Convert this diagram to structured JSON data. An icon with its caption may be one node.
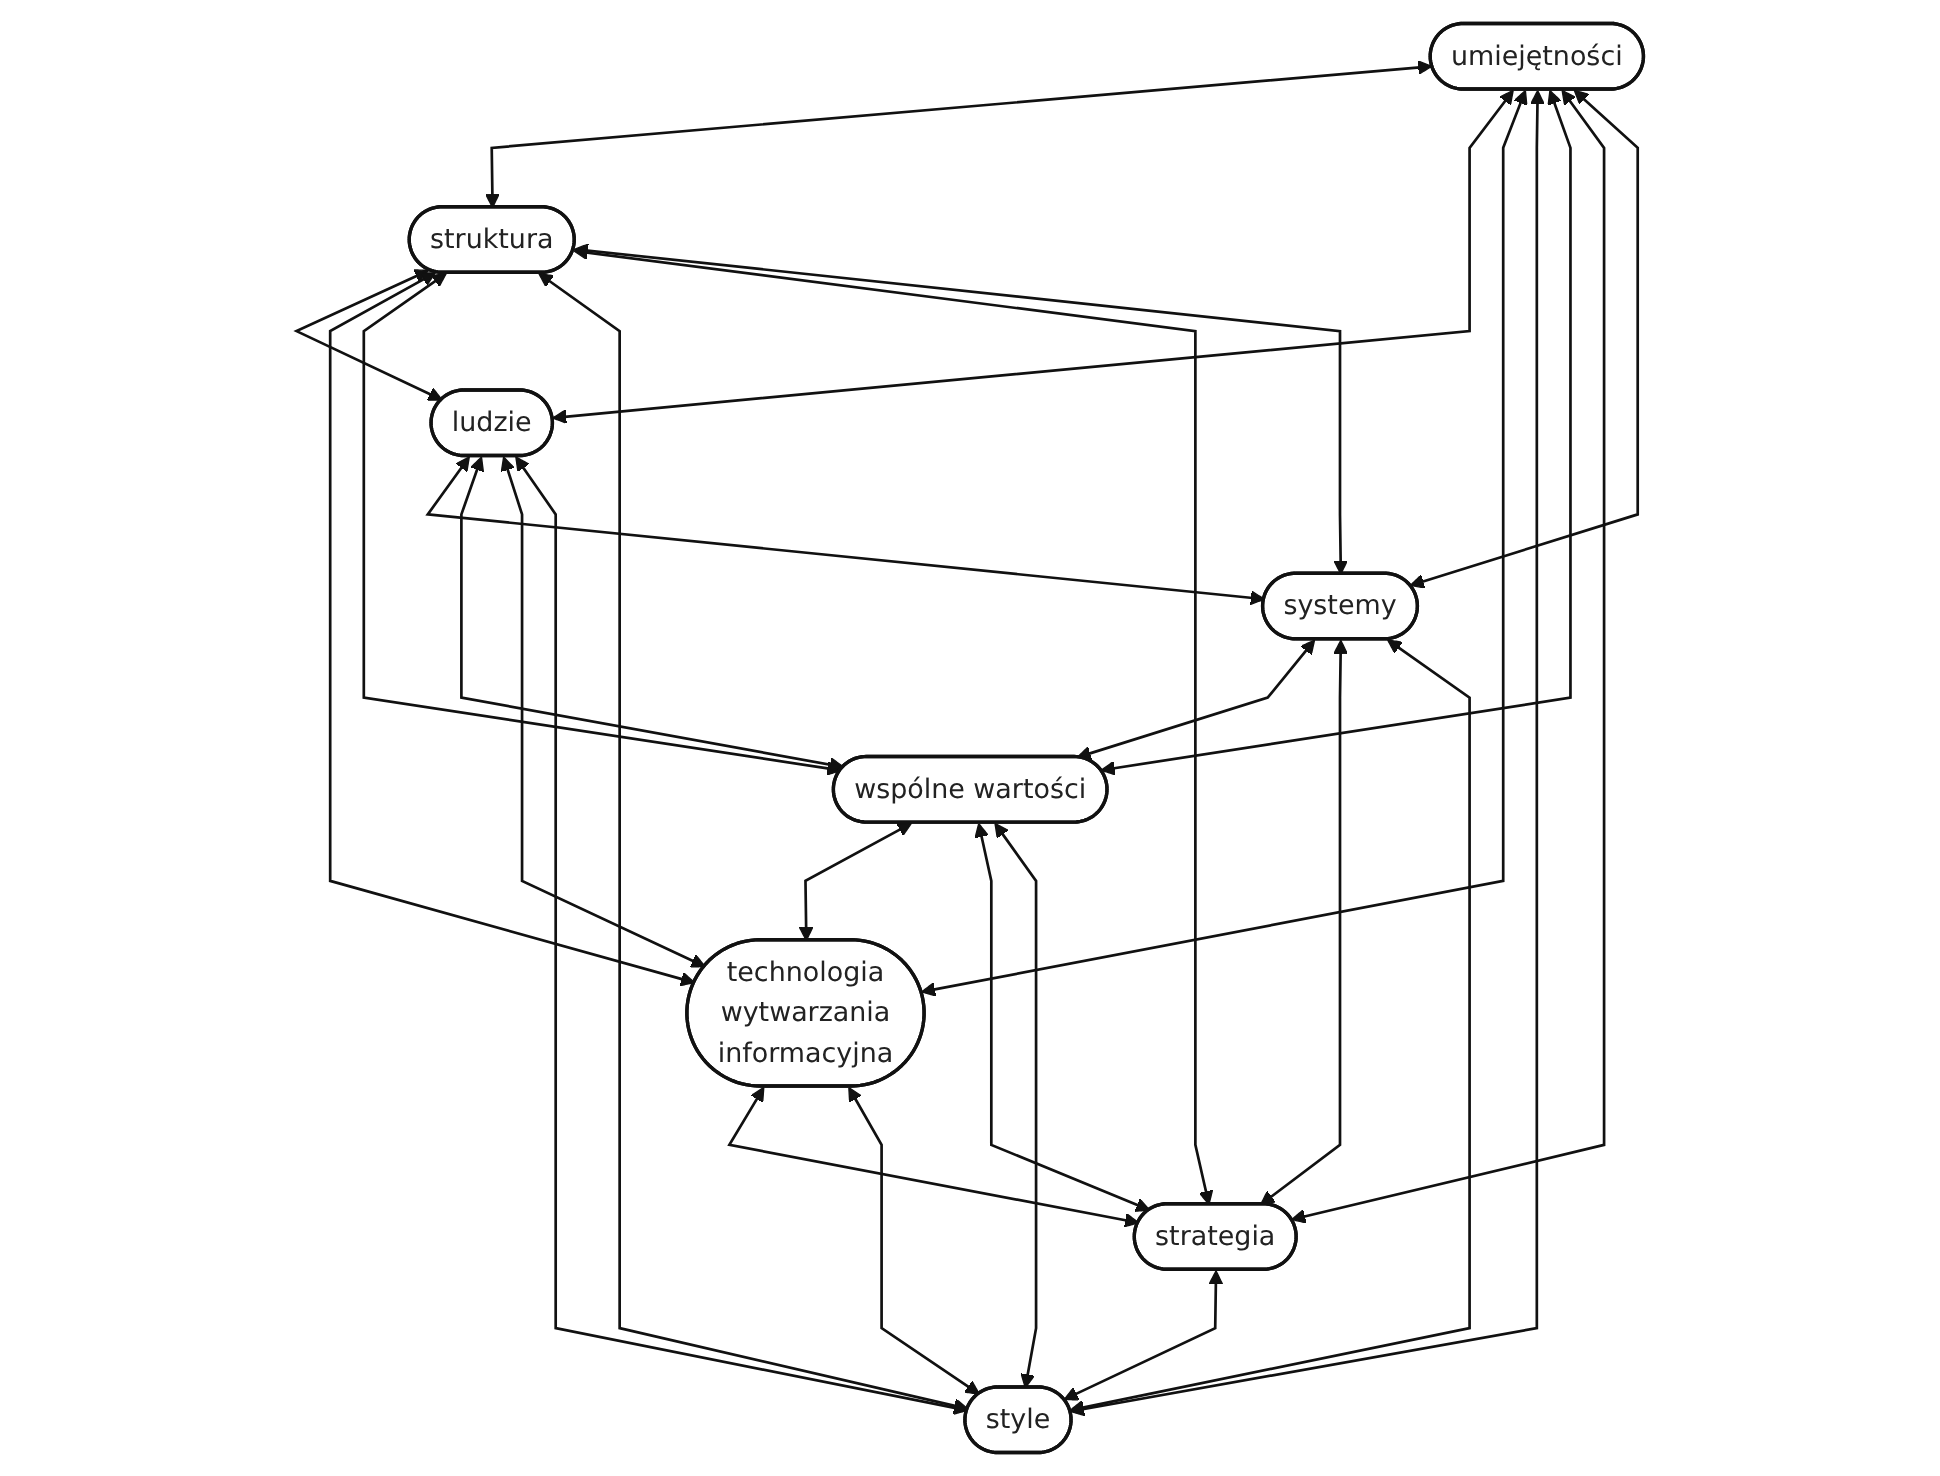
{
  "diagram": {
    "nodes": [
      {
        "text": [
          "umiejętności"
        ]
      },
      {
        "text": [
          "struktura"
        ]
      },
      {
        "text": [
          "ludzie"
        ]
      },
      {
        "text": [
          "systemy"
        ]
      },
      {
        "text": [
          "wspólne wartości"
        ]
      },
      {
        "text": [
          "technologia",
          "wytwarzania",
          "informacyjna"
        ]
      },
      {
        "text": [
          "strategia"
        ]
      },
      {
        "text": [
          "style"
        ]
      }
    ],
    "edges": [
      {
        "from": 0,
        "to": 1,
        "arrow": "both"
      },
      {
        "from": 0,
        "to": 2,
        "arrow": "both"
      },
      {
        "from": 0,
        "to": 5,
        "arrow": "both"
      },
      {
        "from": 0,
        "to": 7,
        "arrow": "both"
      },
      {
        "from": 0,
        "to": 4,
        "arrow": "both"
      },
      {
        "from": 0,
        "to": 6,
        "arrow": "both"
      },
      {
        "from": 0,
        "to": 3,
        "arrow": "both"
      },
      {
        "from": 1,
        "to": 2,
        "arrow": "both"
      },
      {
        "from": 1,
        "to": 5,
        "arrow": "both"
      },
      {
        "from": 1,
        "to": 4,
        "arrow": "both"
      },
      {
        "from": 1,
        "to": 7,
        "arrow": "both"
      },
      {
        "from": 1,
        "to": 6,
        "arrow": "both"
      },
      {
        "from": 1,
        "to": 3,
        "arrow": "both"
      },
      {
        "from": 2,
        "to": 3,
        "arrow": "both"
      },
      {
        "from": 2,
        "to": 4,
        "arrow": "both"
      },
      {
        "from": 2,
        "to": 5,
        "arrow": "both"
      },
      {
        "from": 2,
        "to": 7,
        "arrow": "both"
      },
      {
        "from": 3,
        "to": 4,
        "arrow": "both"
      },
      {
        "from": 3,
        "to": 6,
        "arrow": "both"
      },
      {
        "from": 3,
        "to": 7,
        "arrow": "both"
      },
      {
        "from": 4,
        "to": 5,
        "arrow": "both"
      },
      {
        "from": 4,
        "to": 6,
        "arrow": "both"
      },
      {
        "from": 4,
        "to": 7,
        "arrow": "both"
      },
      {
        "from": 5,
        "to": 6,
        "arrow": "both"
      },
      {
        "from": 5,
        "to": 7,
        "arrow": "both"
      },
      {
        "from": 6,
        "to": 7,
        "arrow": "both"
      }
    ]
  }
}
